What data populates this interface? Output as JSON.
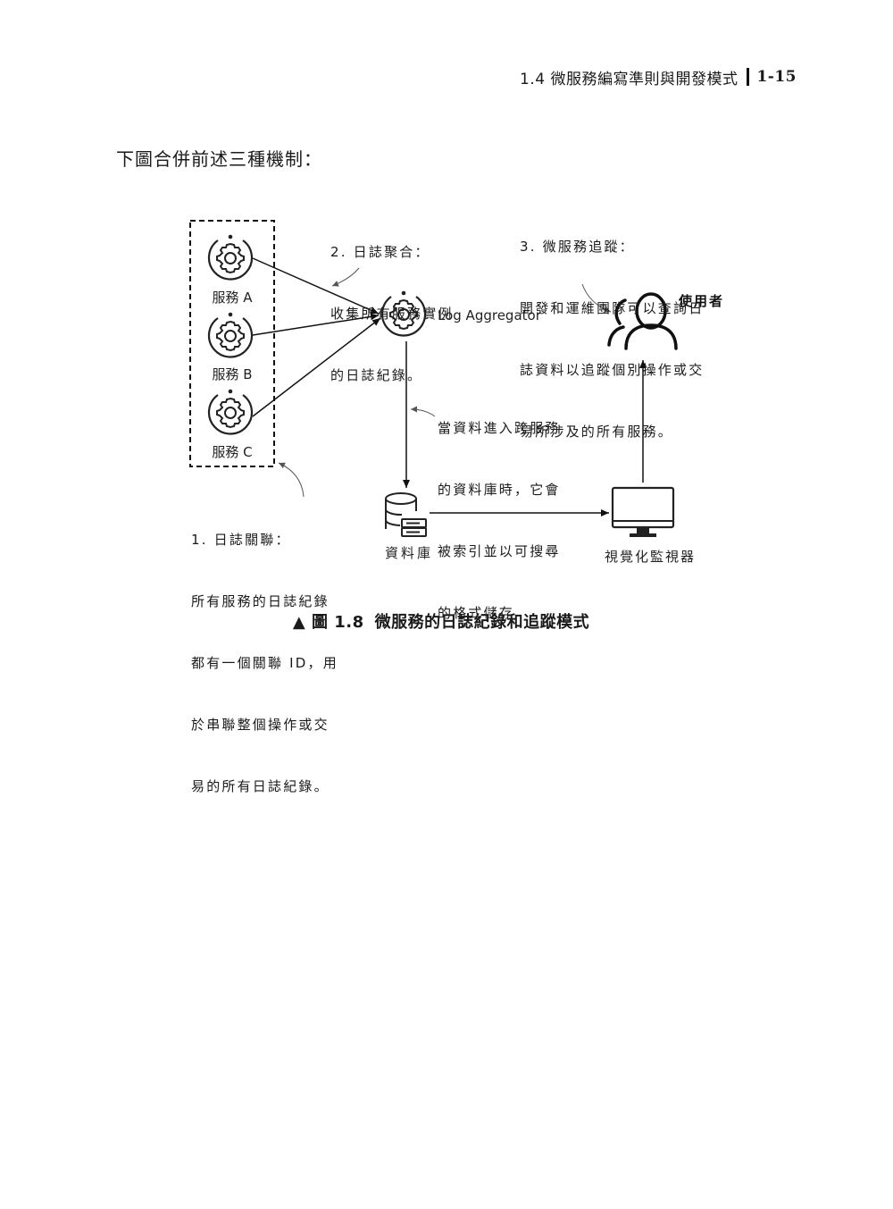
{
  "header": {
    "section": "1.4  微服務編寫準則與開發模式",
    "page": "1-15"
  },
  "intro": "下圖合併前述三種機制：",
  "services": [
    {
      "label": "服務 A"
    },
    {
      "label": "服務 B"
    },
    {
      "label": "服務 C"
    }
  ],
  "aggregator": {
    "label": "Log Aggregator"
  },
  "database": {
    "label": "資料庫"
  },
  "monitor": {
    "label": "視覺化監視器"
  },
  "user": {
    "label": "使用者"
  },
  "notes": {
    "aggregation": [
      "2. 日誌聚合：",
      "收集所有服務實例",
      "的日誌紀錄。"
    ],
    "tracing": [
      "3. 微服務追蹤：",
      "開發和運維團隊可以查詢日",
      "誌資料以追蹤個別操作或交",
      "易所涉及的所有服務。"
    ],
    "indexing": [
      "當資料進入跨服務",
      "的資料庫時，它會",
      "被索引並以可搜尋",
      "的格式儲存"
    ],
    "correlation": [
      "1. 日誌關聯：",
      "所有服務的日誌紀錄",
      "都有一個關聯 ID，用",
      "於串聯整個操作或交",
      "易的所有日誌紀錄。"
    ]
  },
  "caption": {
    "marker": "▲ 圖 1.8",
    "text": "微服務的日誌紀錄和追蹤模式"
  }
}
